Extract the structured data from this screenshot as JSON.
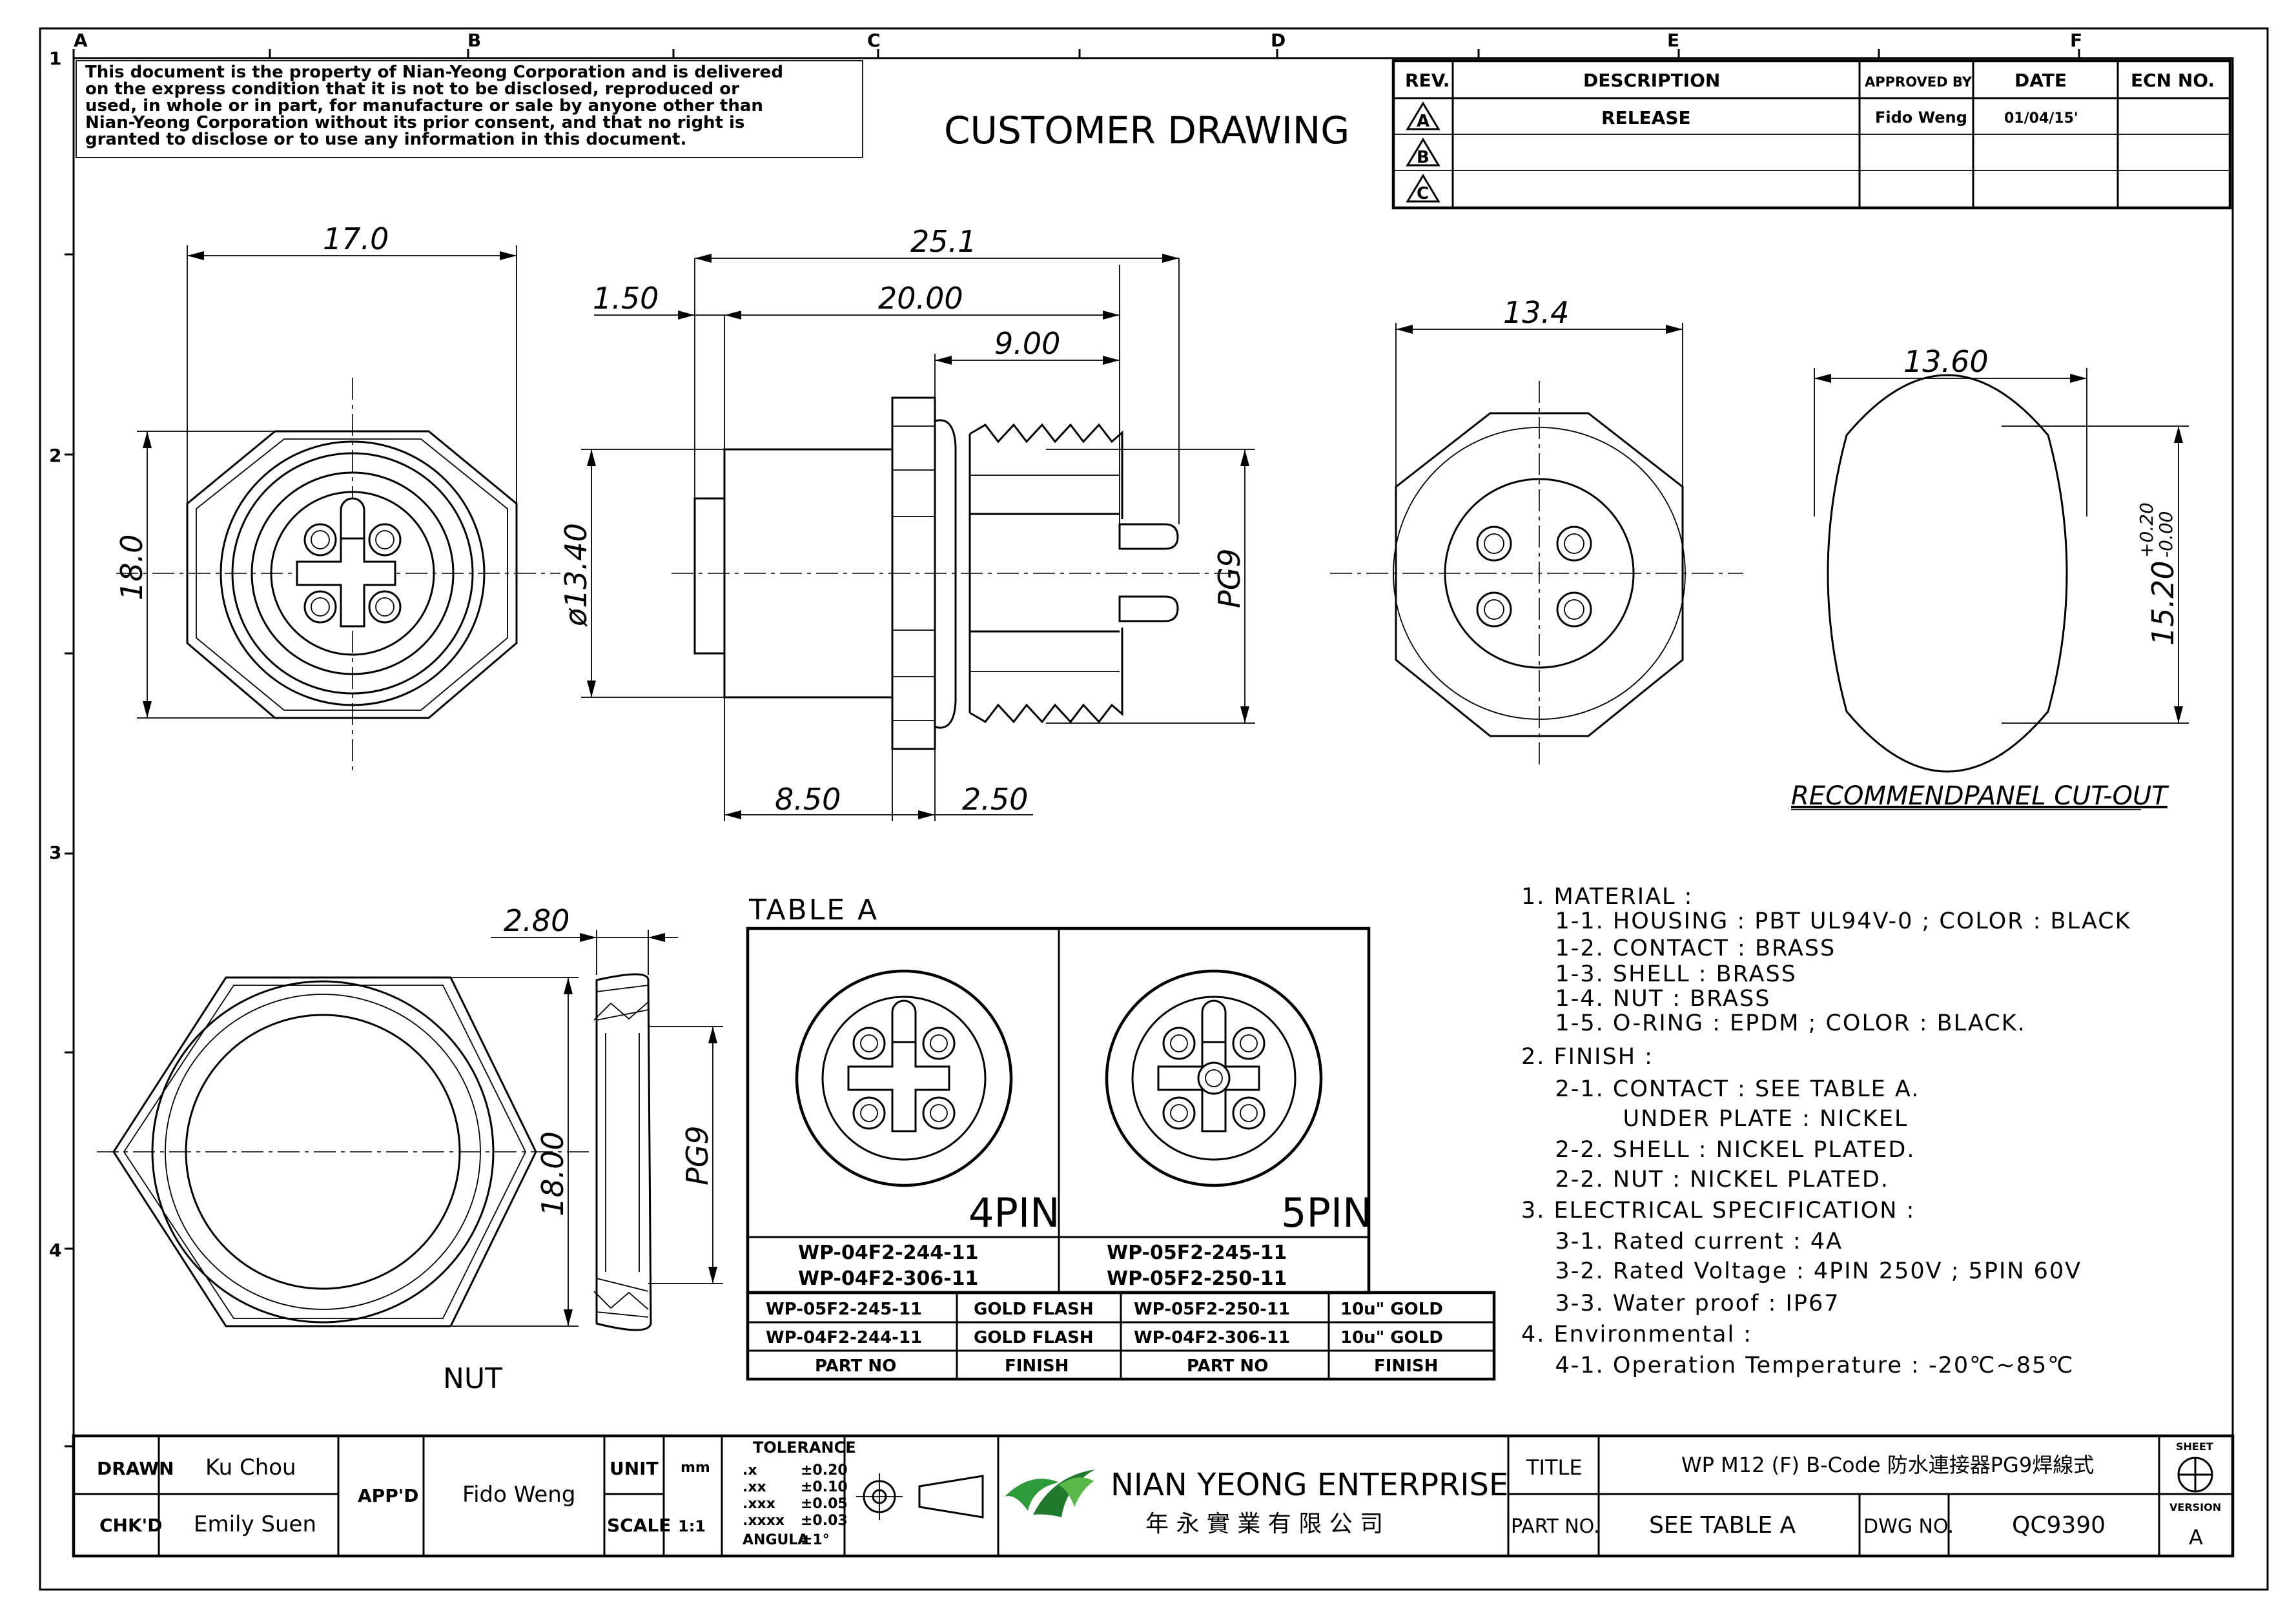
{
  "sheet": {
    "zones_x": [
      "A",
      "B",
      "C",
      "D",
      "E",
      "F"
    ],
    "zones_y": [
      "1",
      "2",
      "3",
      "4"
    ]
  },
  "disclaimer": [
    "This document is the property of Nian-Yeong Corporation and is delivered",
    "on  the  express condition that it is not to be disclosed, reproduced or",
    "used, in whole or in part, for manufacture or sale by anyone other than",
    "Nian-Yeong Corporation without  its prior consent, and that  no right  is",
    "granted to disclose or to use any information in this  document."
  ],
  "drawing_title": "CUSTOMER  DRAWING",
  "revision_table": {
    "headers": [
      "REV.",
      "DESCRIPTION",
      "APPROVED BY",
      "DATE",
      "ECN NO."
    ],
    "rows": [
      {
        "rev": "A",
        "description": "RELEASE",
        "approved": "Fido Weng",
        "date": "01/04/15'",
        "ecn": ""
      },
      {
        "rev": "B",
        "description": "",
        "approved": "",
        "date": "",
        "ecn": ""
      },
      {
        "rev": "C",
        "description": "",
        "approved": "",
        "date": "",
        "ecn": ""
      }
    ]
  },
  "dimensions": {
    "front_width": "17.0",
    "front_height": "18.0",
    "side_overall": "25.1",
    "side_flange": "1.50",
    "side_body": "20.00",
    "side_thread": "9.00",
    "side_diameter": "ø13.40",
    "side_thread_label": "PG9",
    "side_bottom_left": "8.50",
    "side_bottom_right": "2.50",
    "rear_width": "13.4",
    "cutout_width": "13.60",
    "cutout_height": "15.20",
    "cutout_tol_plus": "+0.20",
    "cutout_tol_minus": "-0.00",
    "nut_thickness": "2.80",
    "nut_height": "18.00",
    "nut_thread": "PG9"
  },
  "cutout_caption": "RECOMMENDPANEL CUT-OUT",
  "nut_caption": "NUT",
  "table_a": {
    "title": "TABLE A",
    "pin4_label": "4PIN",
    "pin5_label": "5PIN",
    "pin4_parts": [
      "WP-04F2-244-11",
      "WP-04F2-306-11"
    ],
    "pin5_parts": [
      "WP-05F2-245-11",
      "WP-05F2-250-11"
    ],
    "finish_rows": [
      [
        "WP-05F2-245-11",
        "GOLD FLASH",
        "WP-05F2-250-11",
        "10u\" GOLD"
      ],
      [
        "WP-04F2-244-11",
        "GOLD FLASH",
        "WP-04F2-306-11",
        "10u\" GOLD"
      ]
    ],
    "finish_headers": [
      "PART NO",
      "FINISH",
      "PART NO",
      "FINISH"
    ]
  },
  "notes": [
    "1. MATERIAL :",
    "    1-1. HOUSING : PBT UL94V-0 ; COLOR : BLACK",
    "    1-2. CONTACT : BRASS",
    "    1-3. SHELL : BRASS",
    "    1-4. NUT : BRASS",
    "    1-5. O-RING : EPDM ; COLOR : BLACK.",
    "2. FINISH :",
    "    2-1. CONTACT : SEE TABLE A.",
    "            UNDER PLATE : NICKEL",
    "    2-2. SHELL : NICKEL PLATED.",
    "    2-2. NUT : NICKEL PLATED.",
    "3. ELECTRICAL SPECIFICATION :",
    "    3-1. Rated current : 4A",
    "    3-2. Rated Voltage : 4PIN 250V ; 5PIN 60V",
    "    3-3. Water proof : IP67",
    "4. Environmental :",
    "    4-1. Operation Temperature : -20℃~85℃"
  ],
  "title_block": {
    "drawn_label": "DRAWN",
    "drawn_by": "Ku Chou",
    "checked_label": "CHK'D",
    "checked_by": "Emily Suen",
    "approved_label": "APP'D",
    "approved_by": "Fido Weng",
    "unit_label": "UNIT",
    "unit_value": "mm",
    "scale_label": "SCALE",
    "scale_value": "1:1",
    "tolerance_title": "TOLERANCE",
    "tolerances": [
      {
        "k": ".x",
        "v": "±0.20"
      },
      {
        "k": ".xx",
        "v": "±0.10"
      },
      {
        "k": ".xxx",
        "v": "±0.05"
      },
      {
        "k": ".xxxx",
        "v": "±0.03"
      },
      {
        "k": "ANGULA",
        "v": "±1°"
      }
    ],
    "company_en": "NIAN YEONG ENTERPRISE",
    "company_zh": "年 永 實 業 有 限 公 司",
    "title_label": "TITLE",
    "title_value": "WP  M12  (F)  B-Code  防水連接器PG9焊線式",
    "part_label": "PART NO.",
    "part_value": "SEE  TABLE  A",
    "dwg_label": "DWG NO.",
    "dwg_value": "QC9390",
    "sheet_label": "SHEET",
    "version_label": "VERSION",
    "version_value": "A"
  }
}
